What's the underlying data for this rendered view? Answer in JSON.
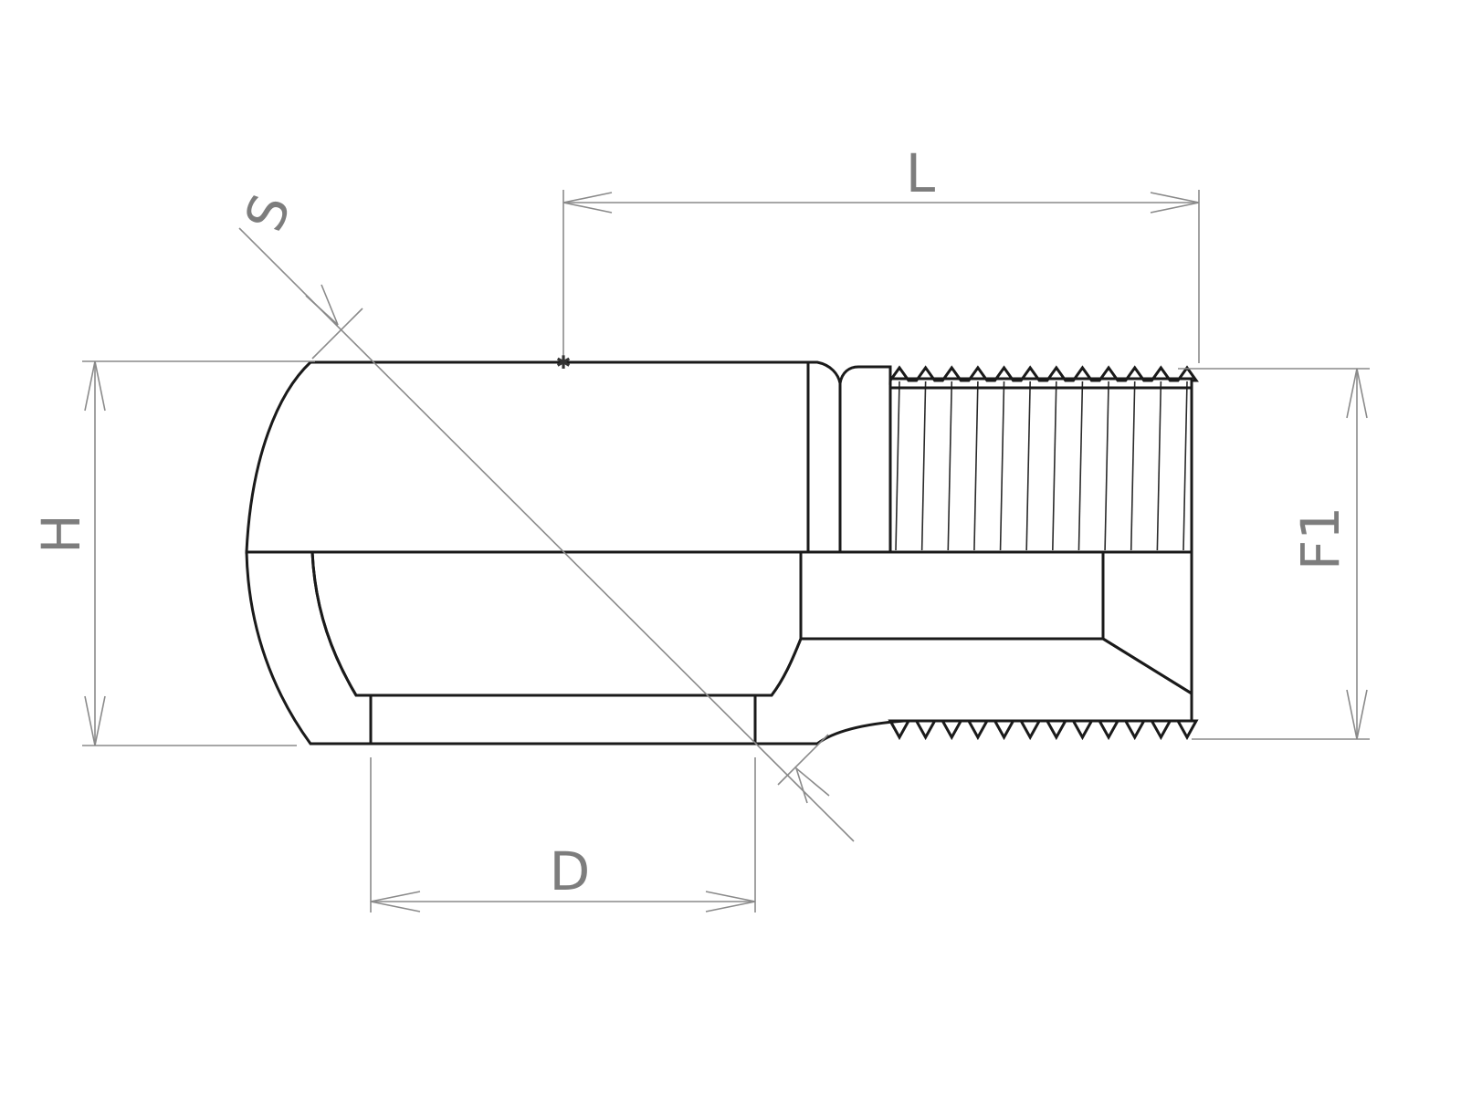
{
  "diagram": {
    "labels": {
      "length": "L",
      "wall": "S",
      "height": "H",
      "thread": "F1",
      "diameter": "D"
    }
  }
}
